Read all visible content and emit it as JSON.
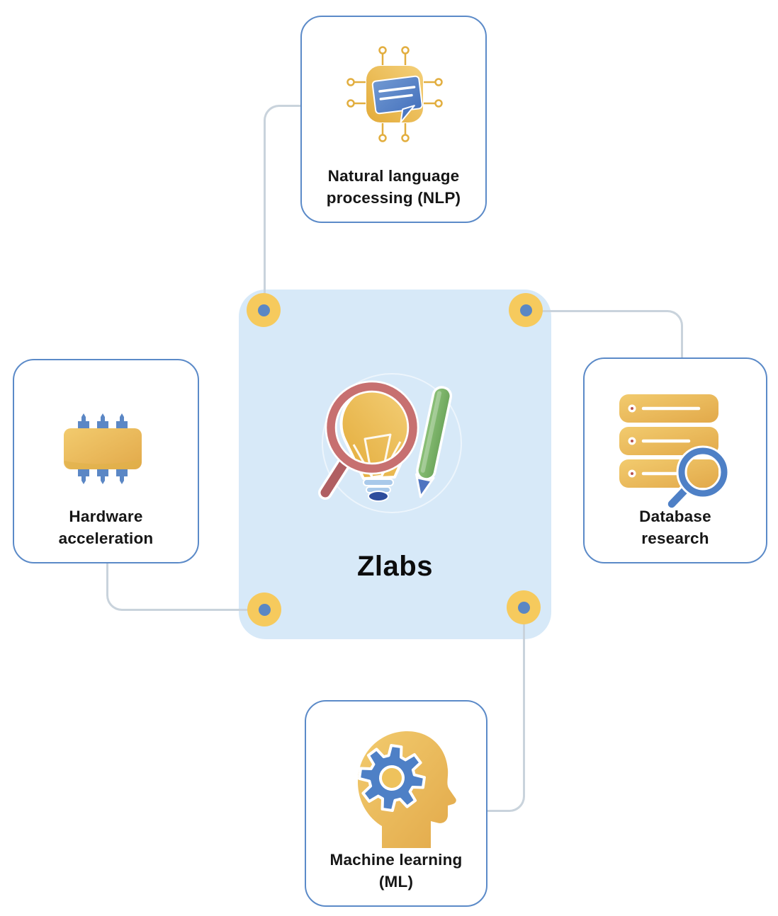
{
  "center_panel": {
    "label": "Zlabs",
    "icon": "magnifier-bulb-pencil-icon",
    "fill": "#d7e9f8"
  },
  "nodes": {
    "nlp": {
      "line1": "Natural language",
      "line2": "processing (NLP)",
      "icon": "chip-chat-icon"
    },
    "database": {
      "line1": "Database",
      "line2": "research",
      "icon": "server-search-icon"
    },
    "hardware": {
      "line1": "Hardware",
      "line2": "acceleration",
      "icon": "processor-icon"
    },
    "ml": {
      "line1": "Machine learning",
      "line2": "(ML)",
      "icon": "head-gear-icon"
    }
  },
  "colors": {
    "card_border_blue": "#5b8ac8",
    "panel_fill_blue": "#d7e9f8",
    "connector_gray": "#c9d3dc",
    "dot_yellow": "#f6ca5d",
    "dot_core_blue": "#5b87c4",
    "icon_gold": "#ecc05a",
    "icon_blue": "#4e80c6",
    "magnifier_red": "#c77070",
    "pencil_green": "#7cb56b",
    "text_dark": "#161616"
  }
}
